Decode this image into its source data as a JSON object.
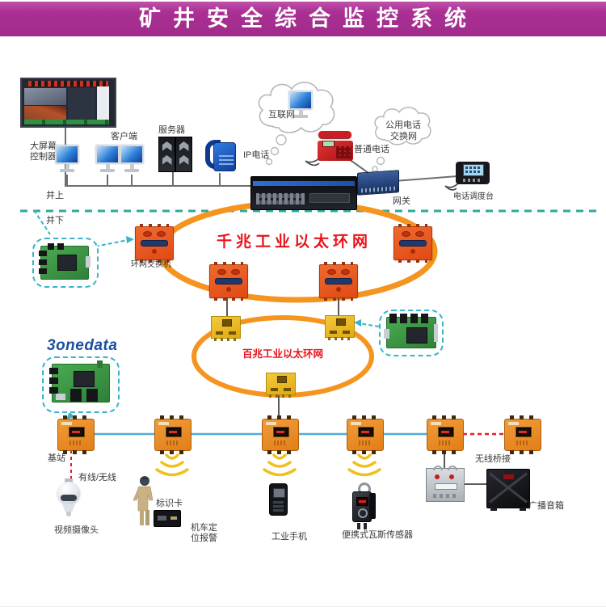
{
  "title": "矿井安全综合监控系统",
  "surface": {
    "above": "井上",
    "below": "井下"
  },
  "top": {
    "big_screen_label": [
      "大屏幕",
      "控制器"
    ],
    "client_label": "客户端",
    "server_label": "服务器",
    "ip_phone_label": "IP电话",
    "internet_label": "互联网",
    "ordinary_phone_label": "普通电话",
    "pstn_label": [
      "公用电话",
      "交换网"
    ],
    "gateway_label": "网关",
    "dispatch_console_label": "电话调度台"
  },
  "rings": {
    "gigabit_title": "千兆工业以太环网",
    "fast_title": "百兆工业以太环网",
    "ring_switch_label": "环网交换机"
  },
  "brand_logo": "3onedata",
  "bottom": {
    "base_station_label": "基站",
    "wired_wireless_label": "有线/无线",
    "camera_label": "视频摄像头",
    "id_card_label": "标识卡",
    "locomotive_alarm_label": [
      "机车定",
      "位报警"
    ],
    "industrial_phone_label": "工业手机",
    "gas_sensor_label": "便携式瓦斯传感器",
    "wireless_bridge_label": "无线桥接",
    "speaker_label": "广播音箱"
  },
  "colors": {
    "title_bar": "#a93092",
    "ring_orange": "#f5941f",
    "ring_text_red": "#e8131c",
    "switch_box_red": "#e8511d",
    "switch_box_yellow": "#ecb71c",
    "station_orange": "#e98a27",
    "ethernet_blue": "#54aade",
    "surface_dash_teal": "#2fa89a",
    "callout_teal": "#39b3c9",
    "wireless_dash_red": "#e02020",
    "brand_blue": "#1b4fa3",
    "wifi_yellow": "#f0c01d"
  }
}
